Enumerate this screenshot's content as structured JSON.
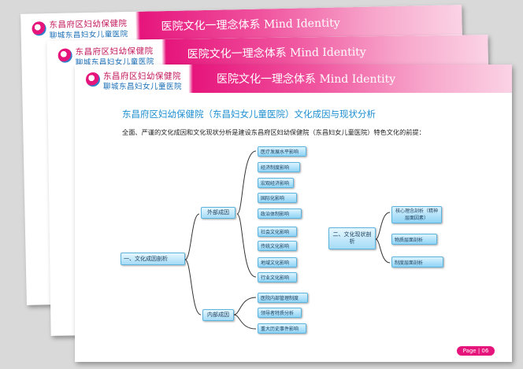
{
  "header": {
    "logo_line1": "东昌府区妇幼保健院",
    "logo_line2": "聊城东昌妇女儿童医院",
    "title": "医院文化一理念体系   Mind Identity"
  },
  "slide": {
    "title": "东昌府区妇幼保健院（东昌妇女儿童医院）文化成因与现状分析",
    "subtitle": "全面、严谨的文化成因和文化现状分析是建设东昌府区妇幼保健院（东昌妇女儿童医院）特色文化的前提：",
    "root": "一、文化成因剖析",
    "external": "外部成因",
    "internal": "内部成因",
    "external_items": [
      "医疗发展水平影响",
      "经济制度影响",
      "宏观经济影响",
      "国际化影响",
      "政治体制影响",
      "社会文化影响",
      "传统文化影响",
      "地域文化影响",
      "行业文化影响"
    ],
    "internal_items": [
      "医院内部管理制度",
      "领导者特质分析",
      "重大历史事件影响"
    ],
    "status_root": "二、文化现状剖析",
    "status_items": [
      "核心理念剖析（精神层面因素）",
      "物质层面剖析",
      "制度层面剖析"
    ],
    "page_label": "Page",
    "page_number": "06"
  }
}
